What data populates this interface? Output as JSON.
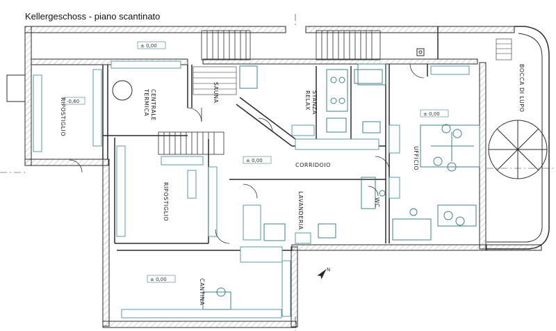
{
  "title": "Kellergeschoss - piano scantinato",
  "rooms": {
    "ripostiglio_left": "RIPOSTIGLIO",
    "centrale_termica_1": "CENTRALE",
    "centrale_termica_2": "TERMICA",
    "sauna": "SAUNA",
    "stanza_relax_1": "STANZA",
    "stanza_relax_2": "RELAX",
    "corridoio": "CORRIDOIO",
    "ripostiglio_center": "RIPOSTIGLIO",
    "lavanderia": "LAVANDERIA",
    "wc": "WC",
    "ufficio": "UFFICIO",
    "bocca_di_lupo": "BOCCA DI LUPO",
    "cantina": "CANTINA"
  },
  "levels": {
    "top": "± 0,00",
    "ripostiglio": "-0,60",
    "corridoio": "± 0,00",
    "ufficio": "± 0,00",
    "cantina": "± 0,00"
  },
  "north": "N",
  "colors": {
    "wall": "#2a2a2a",
    "hatch": "#5a9aa8",
    "furniture": "#3f7f8c"
  }
}
